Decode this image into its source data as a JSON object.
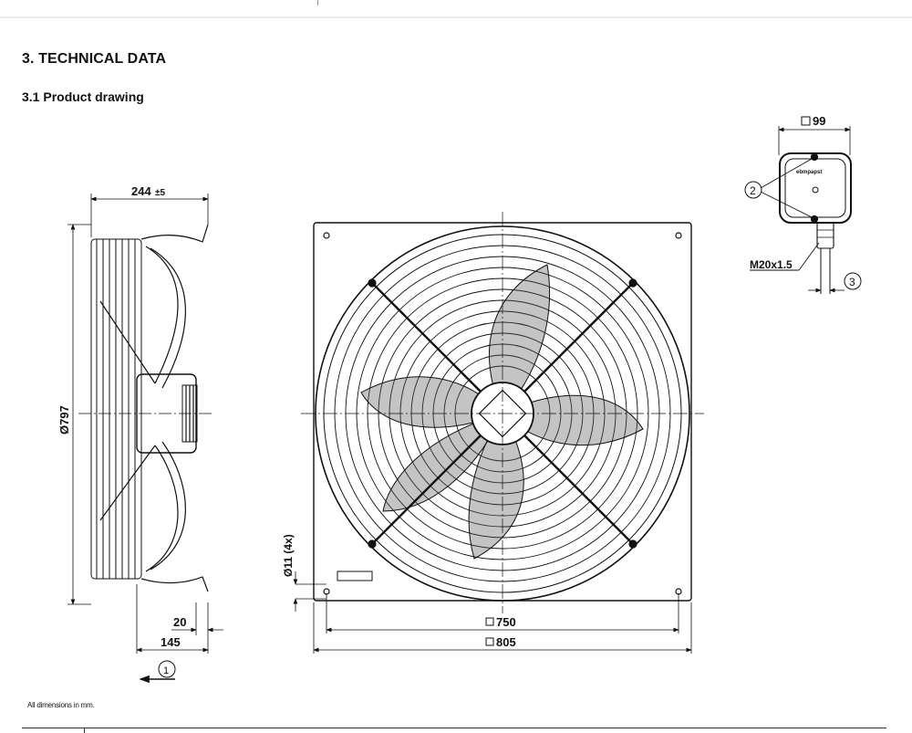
{
  "section_title": "3. TECHNICAL DATA",
  "subsection_title": "3.1 Product drawing",
  "note": "All dimensions in mm.",
  "dimensions": {
    "depth": "244",
    "depth_tol": "±5",
    "diameter": "Ø797",
    "offset_20": "20",
    "offset_145": "145",
    "hole": "Ø11 (4x)",
    "square_750": "750",
    "square_805": "805",
    "box_99": "99",
    "thread": "M20x1.5"
  },
  "callouts": {
    "c1": "1",
    "c2": "2",
    "c3": "3"
  },
  "brand_mark": "ebmpapst"
}
